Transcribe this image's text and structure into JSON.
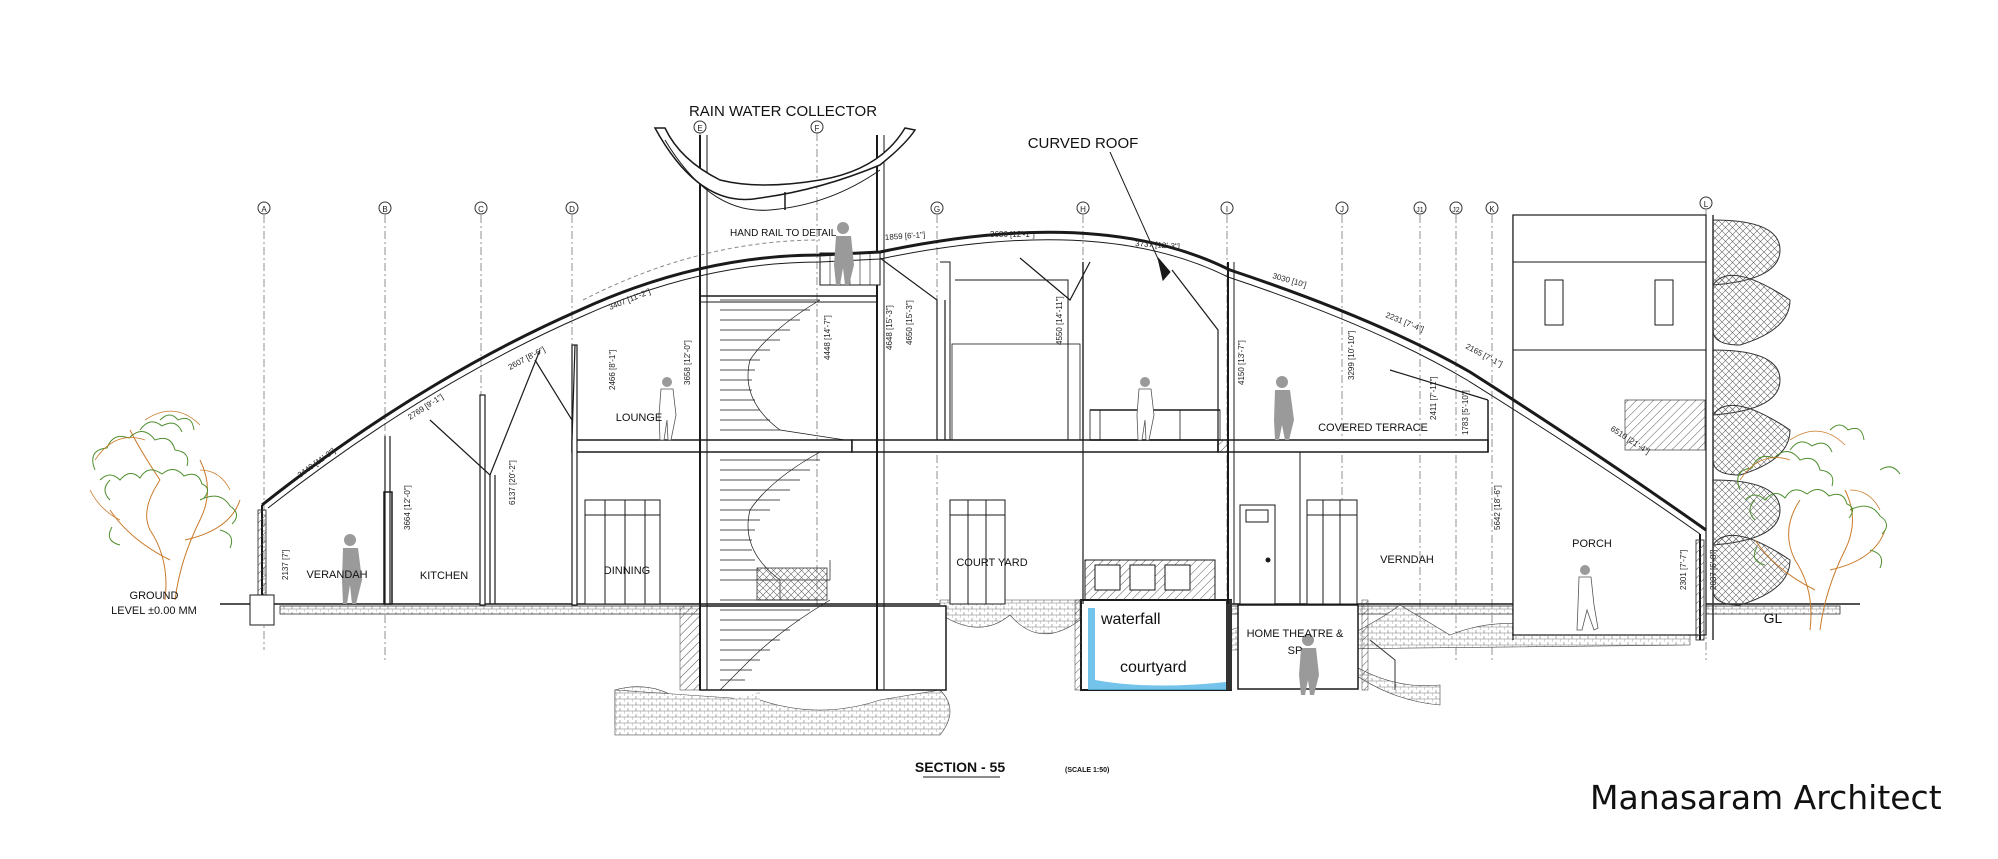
{
  "annotations": {
    "rain_water_collector": "RAIN WATER COLLECTOR",
    "curved_roof": "CURVED ROOF",
    "hand_rail": "HAND RAIL TO DETAIL",
    "ground_level_1": "GROUND",
    "ground_level_2": "LEVEL ±0.00 MM",
    "gl": "GL"
  },
  "rooms": {
    "verandah_left": "VERANDAH",
    "kitchen": "KITCHEN",
    "lounge": "LOUNGE",
    "dinning": "DINNING",
    "court_yard": "COURT YARD",
    "covered_terrace": "COVERED TERRACE",
    "verndah_right": "VERNDAH",
    "porch": "PORCH",
    "home_theatre_1": "HOME THEATRE &",
    "home_theatre_2": "SP"
  },
  "handwritten": {
    "waterfall": "waterfall",
    "courtyard": "courtyard"
  },
  "grid_lines": [
    "A",
    "B",
    "C",
    "D",
    "E",
    "F",
    "G",
    "H",
    "I",
    "J",
    "J1",
    "J2",
    "K",
    "L"
  ],
  "dimensions": {
    "roof_1": "3407 [11'-2\"]",
    "roof_2": "2607 [8'-6\"]",
    "roof_3": "2769 [9'-1\"]",
    "roof_4": "3440 [11'-3\"]",
    "roof_5": "1859 [6'-1\"]",
    "roof_6": "3686 [12'-1\"]",
    "roof_7": "3737 [12'-3\"]",
    "roof_8": "3030 [10']",
    "roof_9": "2231 [7'-4\"]",
    "roof_10": "2165 [7'-1\"]",
    "roof_11": "6510 [21'-4\"]",
    "v_1": "2137 [7']",
    "v_2": "3664 [12'-0\"]",
    "v_3": "6137 [20'-2\"]",
    "v_4": "2466 [8'-1\"]",
    "v_5": "3658 [12'-0\"]",
    "v_6": "4448 [14'-7\"]",
    "v_7": "4648 [15'-3\"]",
    "v_8": "4650 [15'-3\"]",
    "v_9": "4550 [14'-11\"]",
    "v_10": "4150 [13'-7\"]",
    "v_11": "3299 [10'-10\"]",
    "v_12": "2411 [7'-11\"]",
    "v_13": "1783 [5'-10\"]",
    "v_14": "5642 [18'-6\"]",
    "v_15": "2301 [7'-7\"]",
    "v_16": "2037 [6'-8\"]"
  },
  "section_title": "SECTION - 55",
  "section_scale": "(SCALE 1:50)",
  "firm_name": "Manasaram Architect",
  "colors": {
    "line": "#1a1a1a",
    "water": "#5ab8e8",
    "foliage_green": "#4f8f2f",
    "foliage_orange": "#c97a2a",
    "figure_gray": "#9a9a9a"
  }
}
